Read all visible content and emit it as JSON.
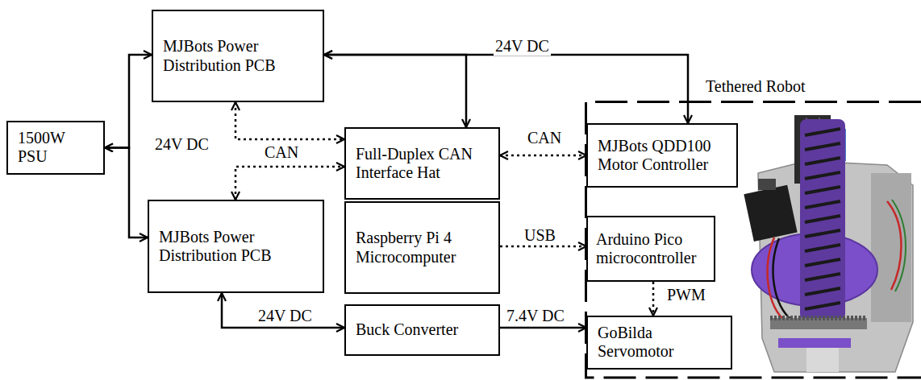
{
  "diagram": {
    "nodes": [
      {
        "text": [
          "1500W PSU"
        ]
      },
      {
        "text": [
          "MJBots Power Distribution PCB"
        ]
      },
      {
        "text": [
          "Full-Duplex CAN Interface Hat"
        ]
      },
      {
        "text": [
          "Raspberry Pi 4 Microcomputer"
        ]
      },
      {
        "text": [
          "MJBots Power Distribution PCB"
        ]
      },
      {
        "text": [
          "Buck Converter"
        ]
      },
      {
        "text": [
          "Tethered Robot"
        ]
      },
      {
        "text": [
          "MJBots QDD100 Motor Controller"
        ],
        "in": 6
      },
      {
        "text": [
          "Arduino Pico microcontroller"
        ],
        "in": 6
      },
      {
        "text": [
          "GoBilda Servomotor"
        ],
        "in": 6
      }
    ],
    "edges": [
      {
        "from": 0,
        "to": 1,
        "arrow": "both",
        "label": "24V DC"
      },
      {
        "from": 0,
        "to": 4,
        "arrow": "both"
      },
      {
        "from": 1,
        "to": 7,
        "arrow": "both",
        "label": "24V DC"
      },
      {
        "from": 1,
        "to": 2,
        "arrow": "both"
      },
      {
        "from": 1,
        "to": 2,
        "arrow": "both"
      },
      {
        "from": 4,
        "to": 2,
        "arrow": "both",
        "label": "CAN"
      },
      {
        "from": 2,
        "to": 7,
        "arrow": "both",
        "label": "CAN"
      },
      {
        "from": 3,
        "to": 8,
        "arrow": "to",
        "label": "USB"
      },
      {
        "from": 8,
        "to": 9,
        "arrow": "to",
        "label": "PWM"
      },
      {
        "from": 4,
        "to": 5,
        "arrow": "both",
        "label": "24V DC"
      },
      {
        "from": 5,
        "to": 9,
        "arrow": "to",
        "label": "7.4V DC"
      }
    ]
  }
}
